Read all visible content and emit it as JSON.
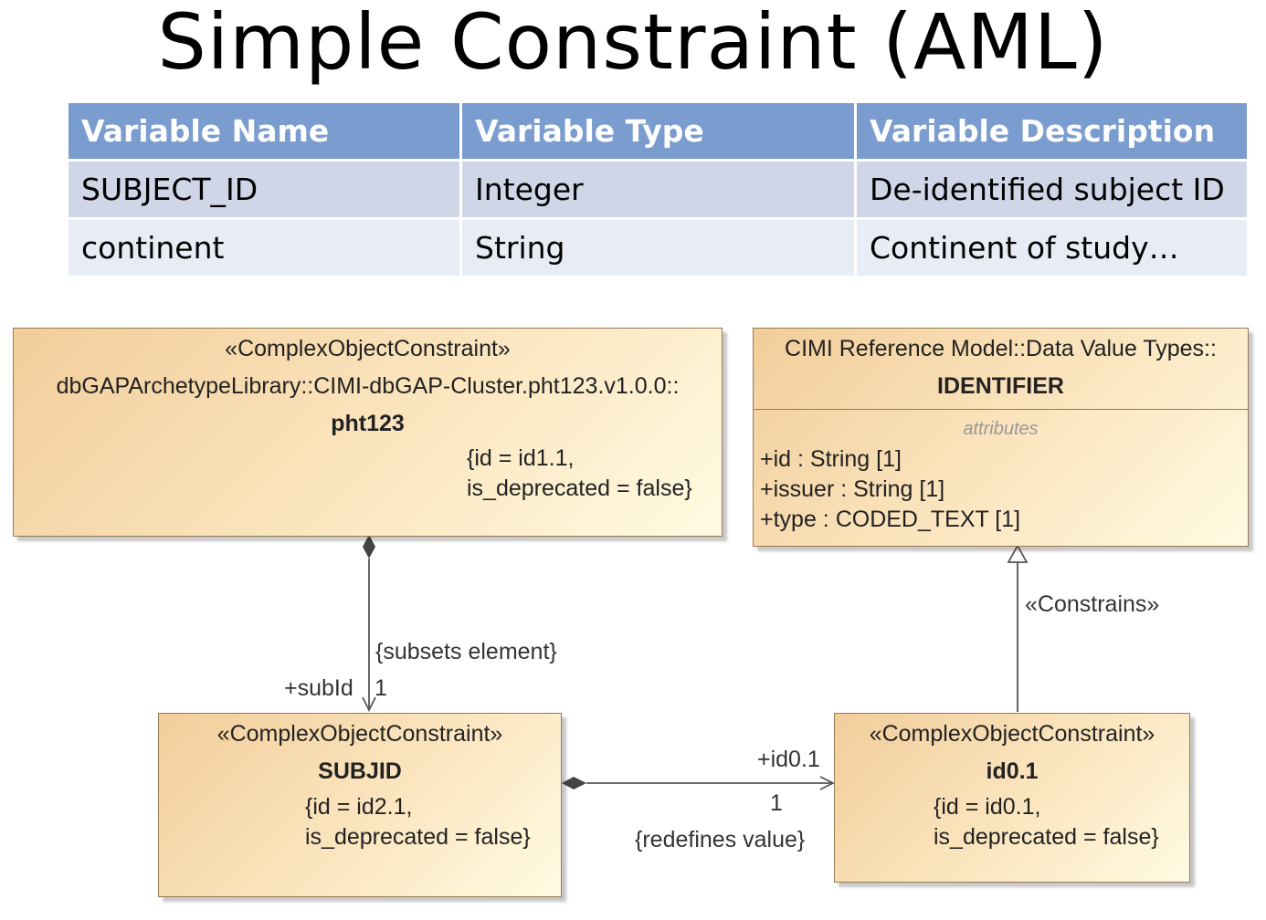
{
  "title": "Simple Constraint (AML)",
  "table": {
    "headers": [
      "Variable Name",
      "Variable Type",
      "Variable Description"
    ],
    "rows": [
      [
        "SUBJECT_ID",
        "Integer",
        "De-identified subject ID"
      ],
      [
        "continent",
        "String",
        "Continent of study…"
      ]
    ]
  },
  "colors": {
    "header_bg": "#7a9ccf",
    "row_dark": "#cfd6e8",
    "row_light": "#e8ecf4",
    "box_fill_start": "#f2cd9a",
    "box_fill_end": "#fffbe2",
    "box_border": "#9a7a54"
  },
  "diagram": {
    "pht123": {
      "stereotype": "«ComplexObjectConstraint»",
      "path": "dbGAPArchetypeLibrary::CIMI-dbGAP-Cluster.pht123.v1.0.0::",
      "name": "pht123",
      "tv1": "{id = id1.1,",
      "tv2": "is_deprecated = false}"
    },
    "identifier": {
      "path": "CIMI Reference Model::Data Value Types::",
      "name": "IDENTIFIER",
      "attributes_label": "attributes",
      "attributes": [
        "+id : String [1]",
        "+issuer : String [1]",
        "+type : CODED_TEXT [1]"
      ]
    },
    "subjid": {
      "stereotype": "«ComplexObjectConstraint»",
      "name": "SUBJID",
      "tv1": "{id = id2.1,",
      "tv2": "is_deprecated = false}"
    },
    "id01": {
      "stereotype": "«ComplexObjectConstraint»",
      "name": "id0.1",
      "tv1": "{id = id0.1,",
      "tv2": "is_deprecated = false}"
    },
    "labels": {
      "subsets": "{subsets element}",
      "subid_role": "+subId",
      "subid_mult": "1",
      "constrains": "«Constrains»",
      "id01_role": "+id0.1",
      "id01_mult": "1",
      "redefines": "{redefines value}"
    }
  }
}
